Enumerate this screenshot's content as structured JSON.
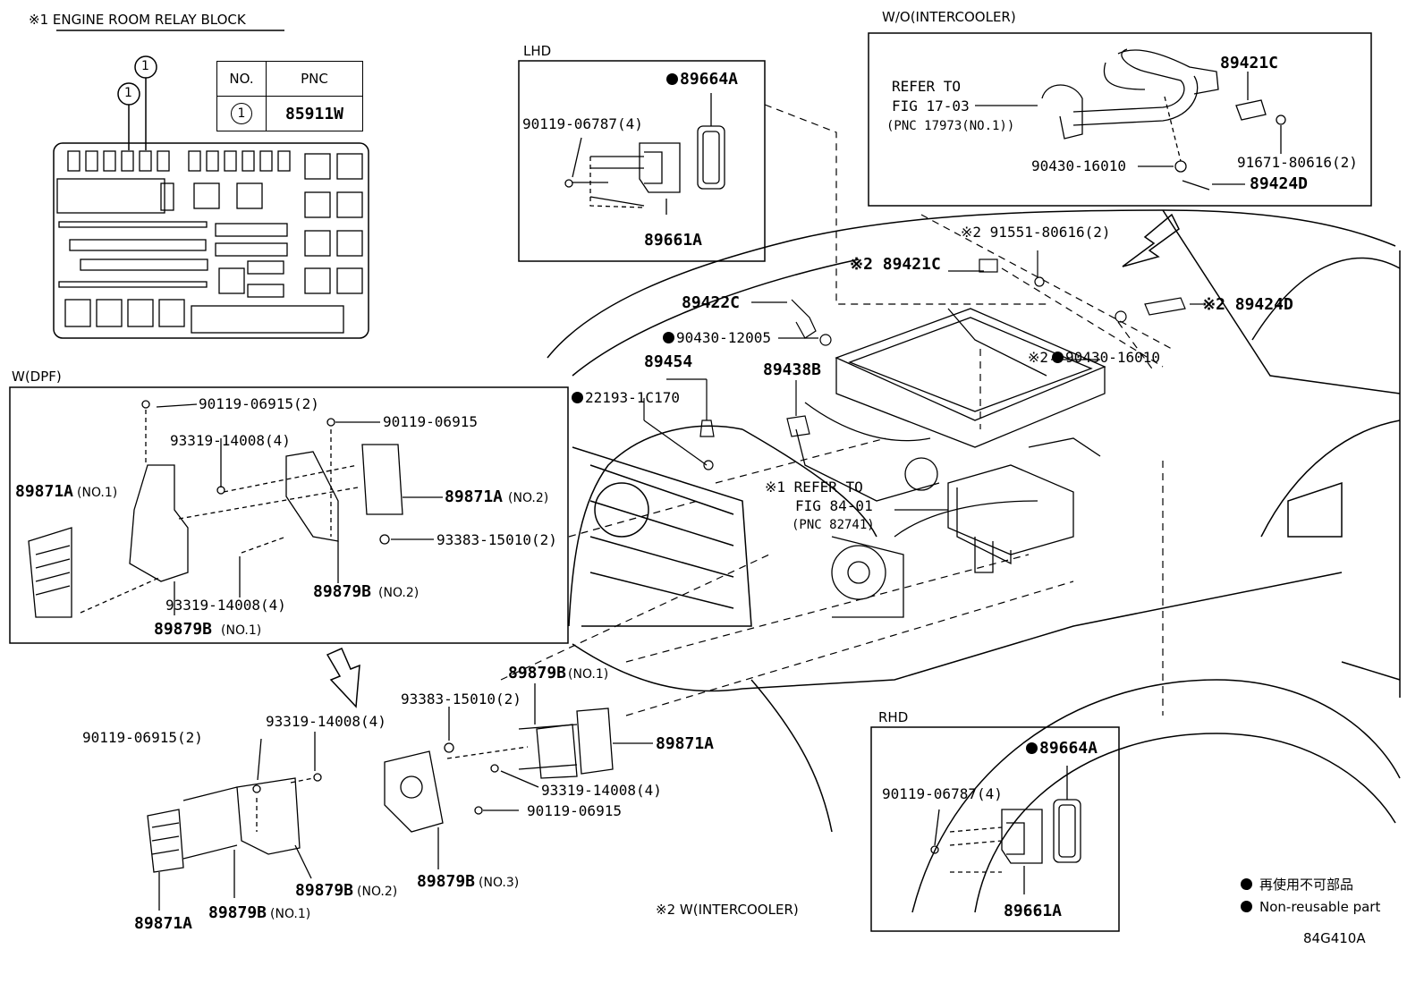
{
  "relay_block": {
    "title": "※1 ENGINE ROOM RELAY BLOCK",
    "table": {
      "headers": [
        "NO.",
        "PNC"
      ],
      "rows": [
        [
          "1",
          "85911W"
        ]
      ]
    },
    "callout_1": "1",
    "callout_2": "1"
  },
  "lhd": {
    "title": "LHD",
    "part_a": "89664A",
    "part_b": "90119-06787(4)",
    "part_c": "89661A"
  },
  "intercooler_box": {
    "title": "W/O(INTERCOOLER)",
    "refer_1": "REFER TO",
    "refer_2": "FIG 17-03",
    "refer_3": "(PNC 17973(NO.1))",
    "p1": "89421C",
    "p2": "90430-16010",
    "p3": "91671-80616(2)",
    "p4": "89424D"
  },
  "engine": {
    "p_91551": "※2 91551-80616(2)",
    "p_89421c": "※2 89421C",
    "p_89422c": "89422C",
    "p_90430_12005": "90430-12005",
    "p_89424d": "※2 89424D",
    "p_89454": "89454",
    "p_90430_16010": "※2",
    "p_90430_16010_num": "90430-16010",
    "p_22193": "22193-1C170",
    "p_89438b": "89438B",
    "refer_1": "※1 REFER TO",
    "refer_2": "FIG 84-01",
    "refer_3": "(PNC 82741)"
  },
  "dpf": {
    "title": "W(DPF)",
    "p1": "90119-06915(2)",
    "p2": "90119-06915",
    "p3": "93319-14008(4)",
    "p4": "89871A",
    "p4s": "(NO.1)",
    "p5": "89871A",
    "p5s": "(NO.2)",
    "p6": "93383-15010(2)",
    "p7": "93319-14008(4)",
    "p8": "89879B",
    "p8s": "(NO.2)",
    "p9": "89879B",
    "p9s": "(NO.1)"
  },
  "lower": {
    "p1": "90119-06915(2)",
    "p2": "93319-14008(4)",
    "p3": "93383-15010(2)",
    "p4": "89879B",
    "p4s": "(NO.1)",
    "p5": "89871A",
    "p6": "93319-14008(4)",
    "p7": "90119-06915",
    "p8": "89879B",
    "p8s": "(NO.2)",
    "p9": "89879B",
    "p9s": "(NO.1)",
    "p10": "89879B",
    "p10s": "(NO.3)",
    "p11": "89871A"
  },
  "rhd": {
    "title": "RHD",
    "part_a": "89664A",
    "part_b": "90119-06787(4)",
    "part_c": "89661A"
  },
  "legend": {
    "note": "※2  W(INTERCOOLER)",
    "jp": "再使用不可部品",
    "en": "Non-reusable part",
    "code": "84G410A"
  }
}
